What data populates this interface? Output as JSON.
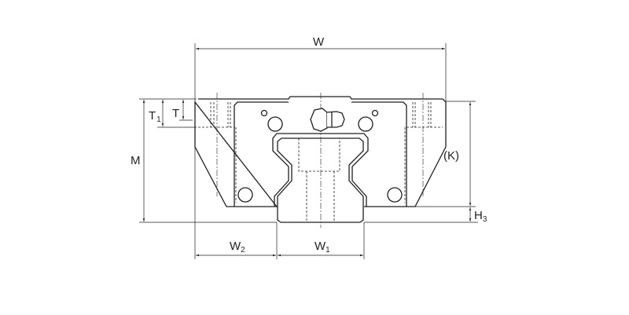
{
  "diagram": {
    "colors": {
      "line": "#231f20",
      "background": "#ffffff"
    },
    "labels": {
      "W": {
        "main": "W"
      },
      "W1": {
        "main": "W",
        "sub": "1"
      },
      "W2": {
        "main": "W",
        "sub": "2"
      },
      "M": {
        "main": "M"
      },
      "T": {
        "main": "T"
      },
      "T1": {
        "main": "T",
        "sub": "1"
      },
      "K": {
        "main": "(K)"
      },
      "H3": {
        "main": "H",
        "sub": "3"
      }
    }
  }
}
